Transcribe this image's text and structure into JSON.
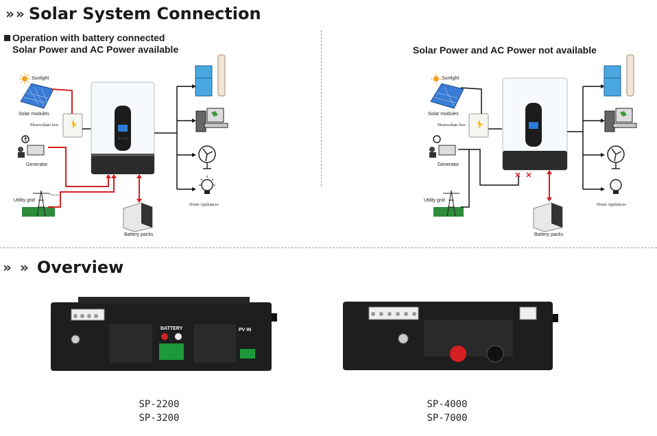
{
  "header": {
    "connection_title": "Solar System Connection",
    "overview_title": "Overview",
    "chevron": "»"
  },
  "left_diagram": {
    "heading_line1": "Operation with battery connected",
    "heading_line2": "Solar Power and AC Power available",
    "labels": {
      "sunlight": "Sunlight",
      "solar_modules": "Solar modules",
      "pv_box": "Photovoltaic box",
      "generator": "Generator",
      "utility_grid": "Utility grid",
      "battery": "Battery packs",
      "home": "Home Appliances"
    }
  },
  "right_diagram": {
    "heading": "Solar Power and AC Power not available",
    "labels": {
      "sunlight": "Sunlight",
      "solar_modules": "Solar modules",
      "pv_box": "Photovoltaic box",
      "generator": "Generator",
      "utility_grid": "Utility grid",
      "battery": "Battery packs",
      "home": "Home Appliances"
    }
  },
  "overview": {
    "device1_models": [
      "SP-2200",
      "SP-3200"
    ],
    "device2_models": [
      "SP-4000",
      "SP-7000"
    ],
    "device1_labels": {
      "battery": "BATTERY",
      "pv_in": "PV  IN"
    }
  },
  "colors": {
    "ac_wire": "#d42020",
    "dc_wire": "#111111",
    "inverter_bottom": "#2b2b2b",
    "battery_term_pos": "#d42020",
    "terminal_green": "#1c9a3a"
  }
}
